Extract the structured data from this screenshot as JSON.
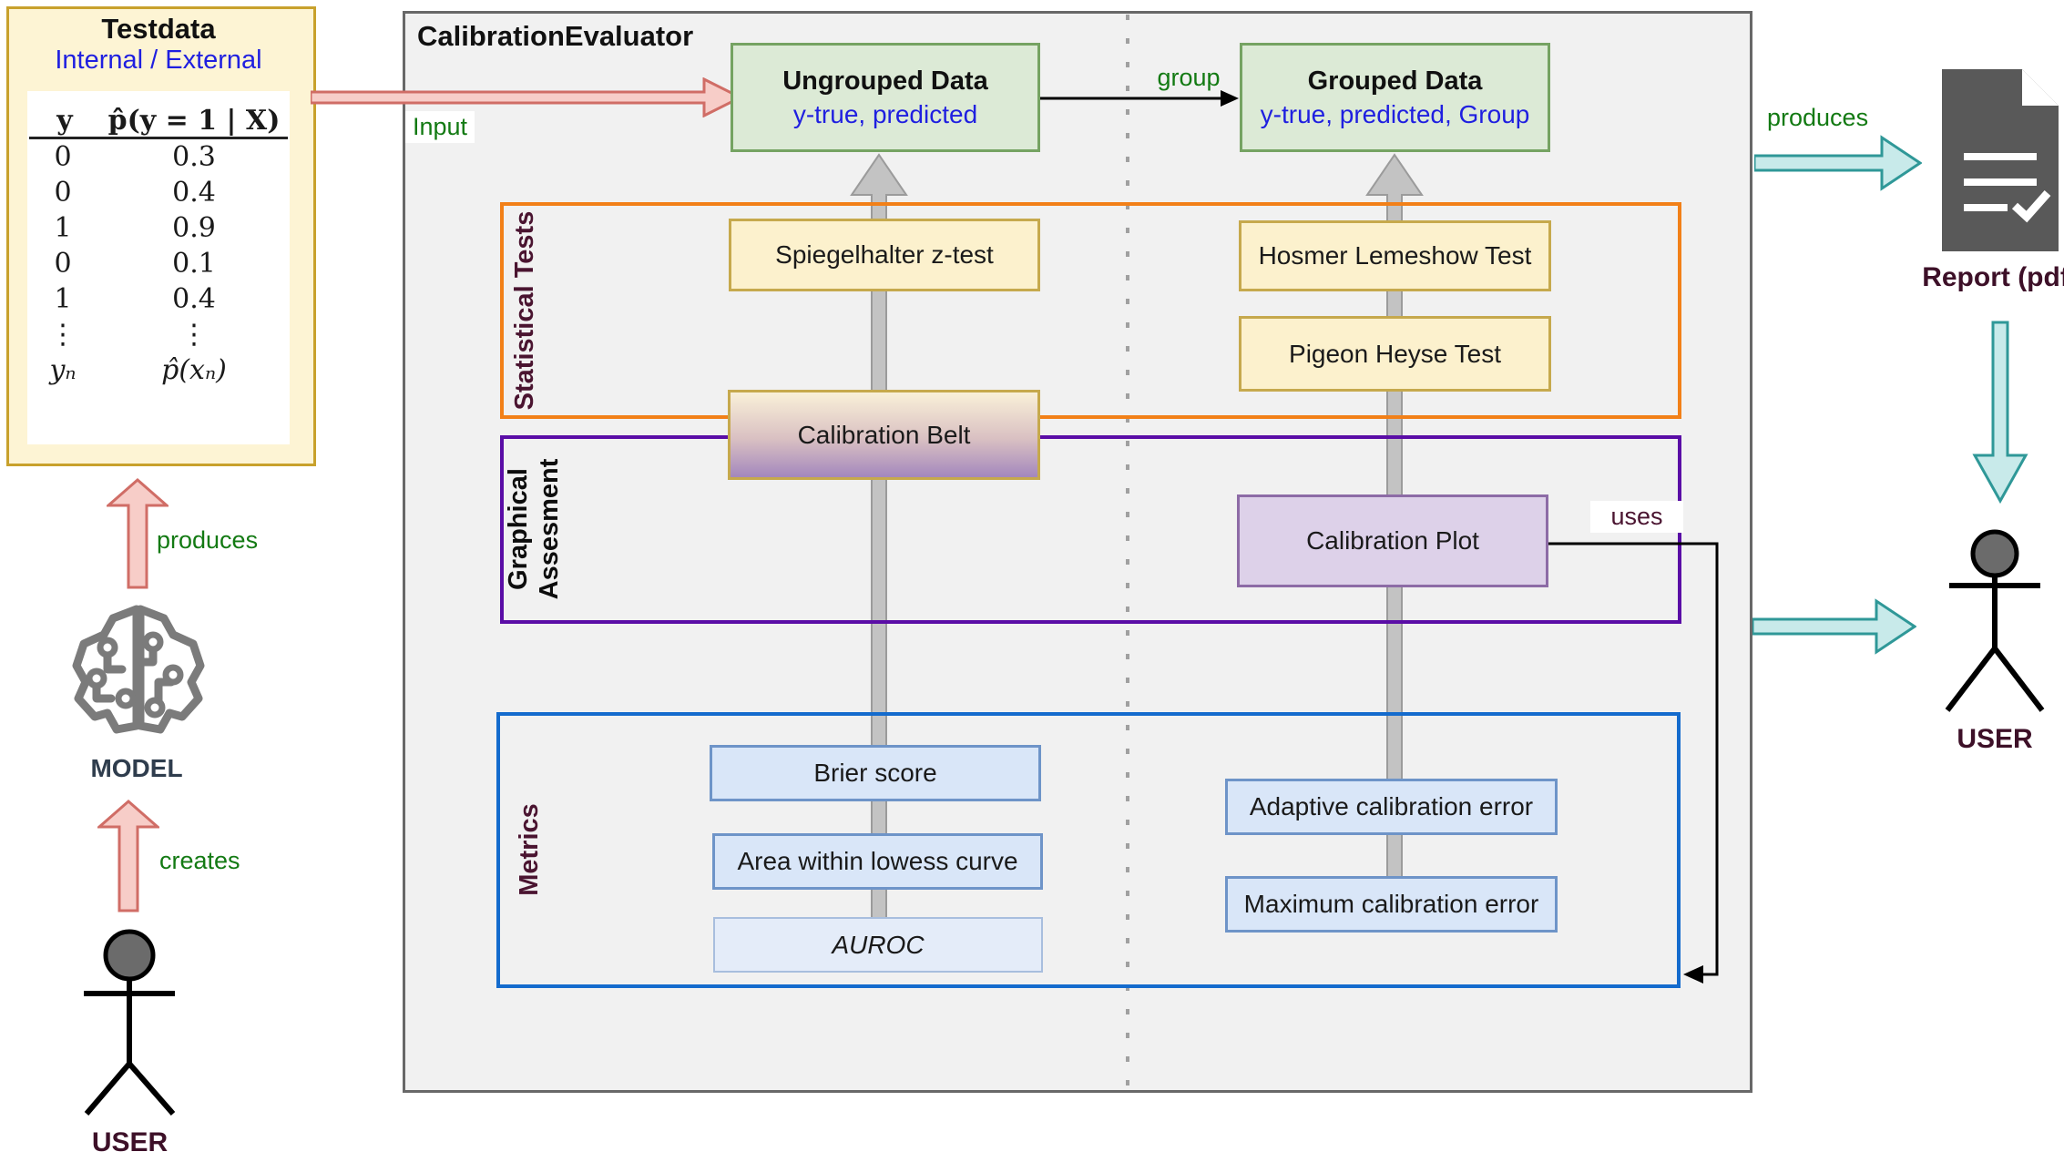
{
  "app": {
    "title": "CalibrationEvaluator"
  },
  "testdata": {
    "title": "Testdata",
    "subtitle": "Internal / External",
    "table": {
      "col1": "y",
      "col2": "p̂(y = 1 | X)",
      "rows": [
        [
          "0",
          "0.3"
        ],
        [
          "0",
          "0.4"
        ],
        [
          "1",
          "0.9"
        ],
        [
          "0",
          "0.1"
        ],
        [
          "1",
          "0.4"
        ],
        [
          "⋮",
          "⋮"
        ],
        [
          "yₙ",
          "p̂(xₙ)"
        ]
      ]
    }
  },
  "nodes": {
    "ungrouped": {
      "title": "Ungrouped Data",
      "subtitle": "y-true, predicted"
    },
    "grouped": {
      "title": "Grouped Data",
      "subtitle": "y-true, predicted, Group"
    },
    "spiegelhalter": "Spiegelhalter z-test",
    "hosmer": "Hosmer Lemeshow Test",
    "pigeon": "Pigeon Heyse Test",
    "belt": "Calibration Belt",
    "plot": "Calibration Plot",
    "brier": "Brier score",
    "lowess": "Area within lowess curve",
    "auroc": "AUROC",
    "adaptive": "Adaptive calibration error",
    "maximum": "Maximum calibration error"
  },
  "sections": {
    "statistical": "Statistical Tests",
    "graphical_line1": "Graphical",
    "graphical_line2": "Assesment",
    "metrics": "Metrics"
  },
  "labels": {
    "input": "Input",
    "group": "group",
    "uses": "uses",
    "produces_left": "produces",
    "creates": "creates",
    "produces_right": "produces",
    "report": "Report (pdf)"
  },
  "actors": {
    "model": "MODEL",
    "user_left": "USER",
    "user_right": "USER"
  },
  "colors": {
    "section_orange": "#f28018",
    "section_purple": "#5a0da6",
    "section_blue": "#146bcd",
    "node_green_fill": "#dcead6",
    "node_yellow_fill": "#fcf1cd",
    "node_lavender_fill": "#ddd1e9",
    "node_blue_fill": "#d9e6f8",
    "arrow_pink": "#f7cdc8",
    "arrow_teal": "#c8eaea",
    "label_green": "#137a13",
    "label_maroon": "#4a1430",
    "subtitle_blue": "#1f1fe0"
  }
}
